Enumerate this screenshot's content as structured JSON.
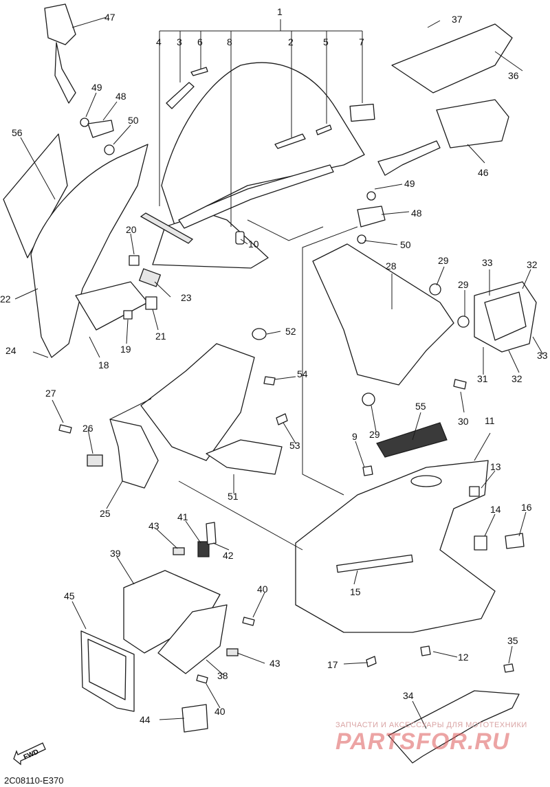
{
  "diagram_code": "2C08110-E370",
  "fwd_label": "FWD",
  "watermark": {
    "line1": "ЗАПЧАСТИ И АКСЕССУАРЫ ДЛЯ МОТОТЕХНИКИ",
    "line2": "PARTSFOR.RU"
  },
  "colors": {
    "line": "#1a1a1a",
    "watermark": "#dc5a5a"
  },
  "callouts": [
    "1",
    "2",
    "3",
    "4",
    "5",
    "6",
    "7",
    "8",
    "9",
    "10",
    "11",
    "12",
    "13",
    "14",
    "15",
    "16",
    "17",
    "18",
    "19",
    "20",
    "21",
    "22",
    "23",
    "24",
    "25",
    "26",
    "27",
    "28",
    "29",
    "29",
    "29",
    "30",
    "31",
    "32",
    "32",
    "33",
    "33",
    "34",
    "35",
    "36",
    "37",
    "38",
    "39",
    "40",
    "40",
    "41",
    "42",
    "43",
    "43",
    "44",
    "45",
    "46",
    "47",
    "48",
    "48",
    "49",
    "49",
    "50",
    "50",
    "51",
    "52",
    "53",
    "54",
    "55",
    "56"
  ]
}
